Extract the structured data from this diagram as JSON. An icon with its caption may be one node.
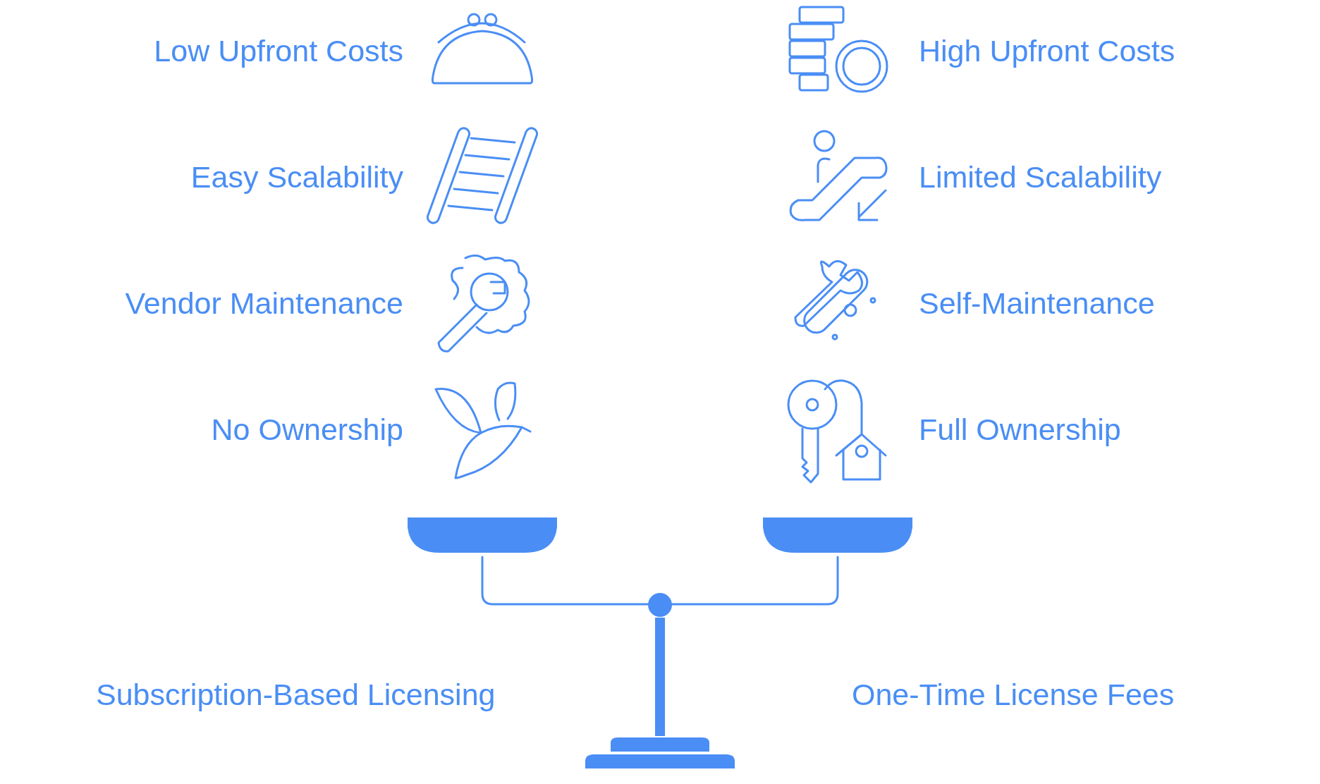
{
  "diagram": {
    "labels": [
      "Low Upfront Costs",
      "High Upfront Costs",
      "Easy Scalability",
      "Limited Scalability",
      "Vendor Maintenance",
      "Self-Maintenance",
      "No Ownership",
      "Full Ownership",
      "Subscription-Based Licensing",
      "One-Time License Fees"
    ]
  }
}
